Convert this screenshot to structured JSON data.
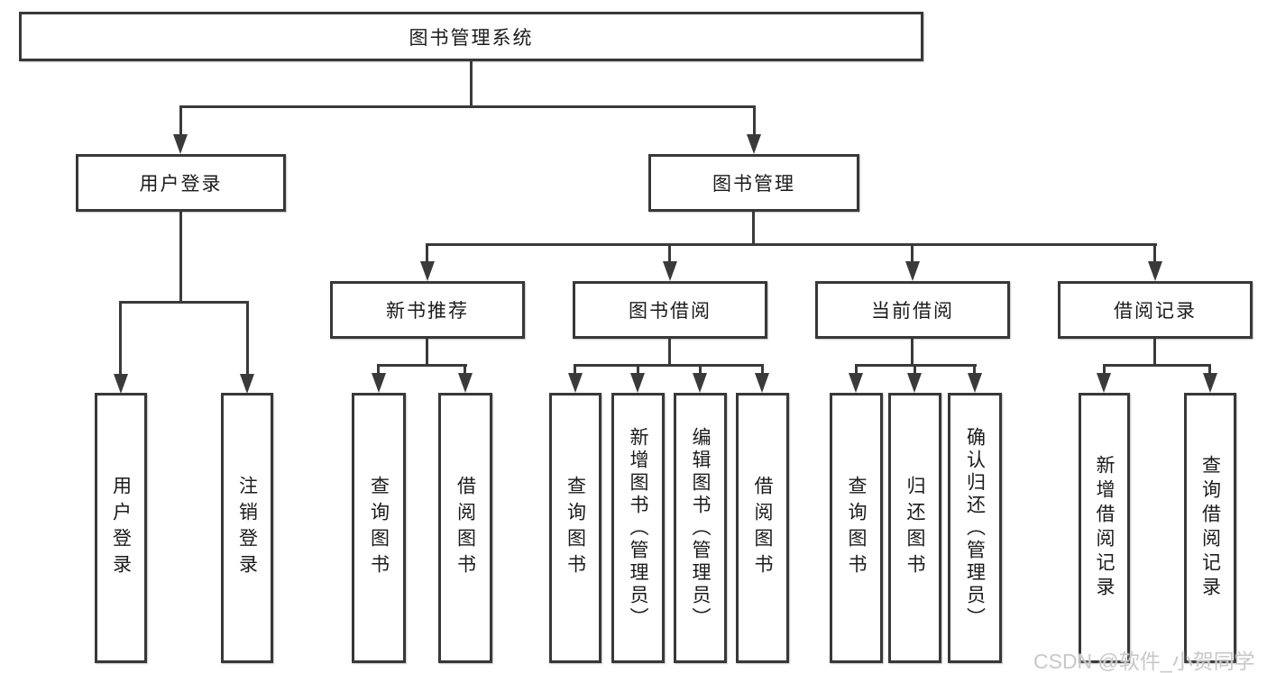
{
  "diagram": {
    "type": "hierarchy-tree",
    "background_color": "#ffffff",
    "line_color": "#3a3a3a",
    "box_fill_color": "#ffffff",
    "text_color": "#1b1b1b"
  },
  "tree": {
    "root": {
      "label": "图书管理系统"
    },
    "branches": [
      {
        "label": "用户登录",
        "children": [
          {
            "label": "用户登录"
          },
          {
            "label": "注销登录"
          }
        ]
      },
      {
        "label": "图书管理",
        "children": [
          {
            "label": "新书推荐",
            "children": [
              {
                "label": "查询图书"
              },
              {
                "label": "借阅图书"
              }
            ]
          },
          {
            "label": "图书借阅",
            "children": [
              {
                "label": "查询图书"
              },
              {
                "label": "新增图书（管理员）"
              },
              {
                "label": "编辑图书（管理员）"
              },
              {
                "label": "借阅图书"
              }
            ]
          },
          {
            "label": "当前借阅",
            "children": [
              {
                "label": "查询图书"
              },
              {
                "label": "归还图书"
              },
              {
                "label": "确认归还（管理员）"
              }
            ]
          },
          {
            "label": "借阅记录",
            "children": [
              {
                "label": "新增借阅记录"
              },
              {
                "label": "查询借阅记录"
              }
            ]
          }
        ]
      }
    ]
  },
  "watermark": {
    "text": "CSDN @软件_小贺同学",
    "color": "#c8c8c8"
  }
}
